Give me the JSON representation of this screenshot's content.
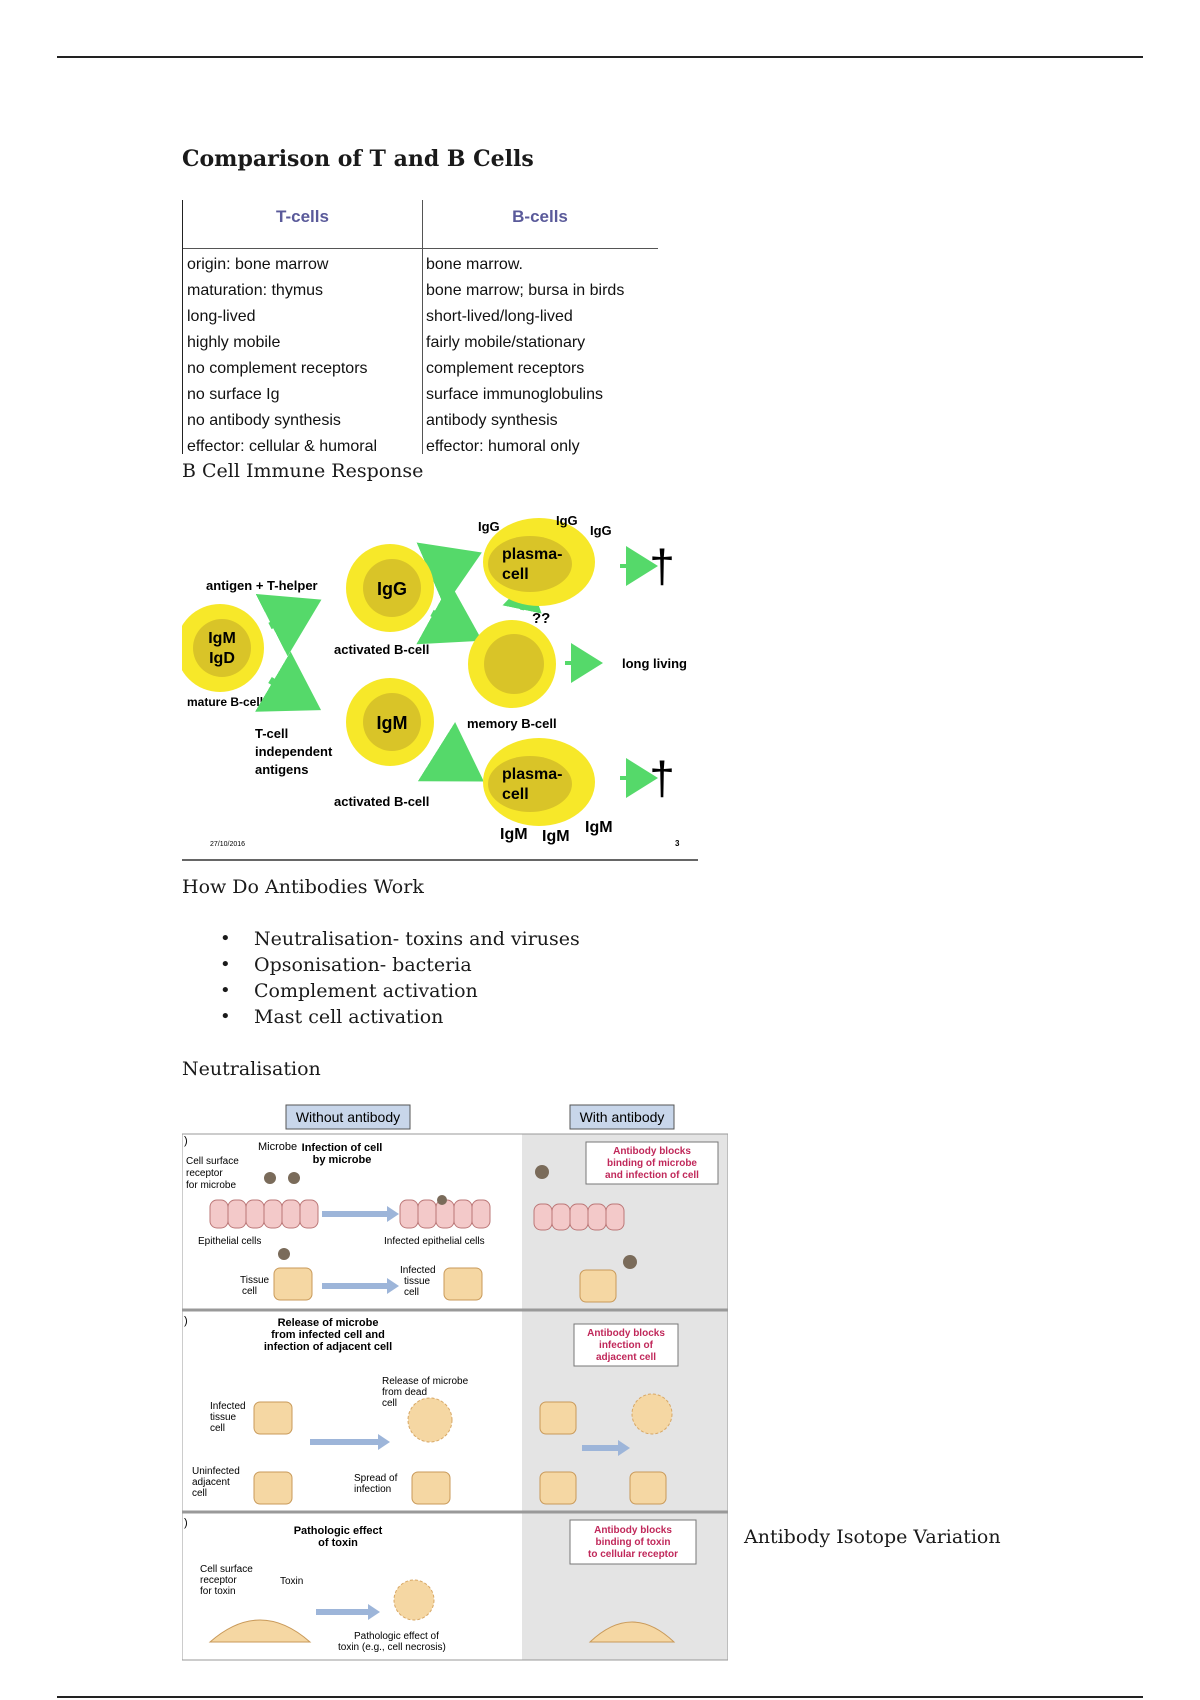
{
  "section_title": "Comparison of T and B Cells",
  "table": {
    "headers": [
      "T-cells",
      "B-cells"
    ],
    "t_cells": [
      "origin:  bone marrow",
      "maturation: thymus",
      "long-lived",
      "highly mobile",
      "no complement receptors",
      "no surface Ig",
      "no antibody synthesis",
      "effector: cellular & humoral"
    ],
    "b_cells": [
      "bone marrow.",
      "bone marrow; bursa in birds",
      "short-lived/long-lived",
      "fairly mobile/stationary",
      "complement receptors",
      "surface immunoglobulins",
      "antibody synthesis",
      "effector: humoral only"
    ]
  },
  "b_cell_caption": "B Cell Immune Response",
  "b_diagram": {
    "mature_cell": [
      "IgM",
      "IgD"
    ],
    "mature_label": "mature B-cell",
    "antigen_t_helper": "antigen + T-helper",
    "t_independent": [
      "T-cell",
      "independent",
      "antigens"
    ],
    "activated_igg_cell": "IgG",
    "activated_igm_cell": "IgM",
    "activated_label": "activated B-cell",
    "plasma_cell": [
      "plasma-",
      "cell"
    ],
    "igg": "IgG",
    "igm": "IgM",
    "uncertain": "??",
    "memory_label": "memory B-cell",
    "long_living": "long living",
    "dagger": "†",
    "footer_left": "27/10/2016",
    "footer_right": "3"
  },
  "antibodies_heading": "How Do Antibodies Work",
  "antibody_functions": [
    "Neutralisation- toxins and viruses",
    "Opsonisation- bacteria",
    "Complement activation",
    "Mast cell activation"
  ],
  "neutralisation_heading": "Neutralisation",
  "neutralisation_figure": {
    "col_without": "Without antibody",
    "col_with": "With antibody",
    "panel_a": {
      "title": [
        "Infection of cell",
        "by microbe"
      ],
      "microbe": "Microbe",
      "receptor": [
        "Cell surface",
        "receptor",
        "for microbe"
      ],
      "epithelial": "Epithelial cells",
      "infected_epithelial": "Infected epithelial cells",
      "tissue_cell": [
        "Tissue",
        "cell"
      ],
      "infected_tissue": [
        "Infected",
        "tissue",
        "cell"
      ],
      "block": [
        "Antibody blocks",
        "binding of microbe",
        "and infection of cell"
      ]
    },
    "panel_b": {
      "title": [
        "Release of microbe",
        "from infected cell and",
        "infection of adjacent cell"
      ],
      "infected_tissue": [
        "Infected",
        "tissue",
        "cell"
      ],
      "release_dead": [
        "Release of microbe",
        "from dead",
        "cell"
      ],
      "uninfected": [
        "Uninfected",
        "adjacent",
        "cell"
      ],
      "spread": [
        "Spread of",
        "infection"
      ],
      "block": [
        "Antibody blocks",
        "infection of",
        "adjacent cell"
      ]
    },
    "panel_c": {
      "title": [
        "Pathologic effect",
        "of toxin"
      ],
      "receptor": [
        "Cell surface",
        "receptor",
        "for toxin"
      ],
      "toxin": "Toxin",
      "effect": [
        "Pathologic effect of",
        "toxin (e.g., cell necrosis)"
      ],
      "block": [
        "Antibody blocks",
        "binding of toxin",
        "to cellular receptor"
      ]
    }
  },
  "isotype_heading": "Antibody Isotope Variation",
  "colors": {
    "cell_outer": "#f7e829",
    "cell_inner": "#d9c428",
    "arrow_green": "#55d96a",
    "panel_gray": "#e4e4e4",
    "block_text": "#c0285a",
    "header_box": "#c8d6ea"
  }
}
